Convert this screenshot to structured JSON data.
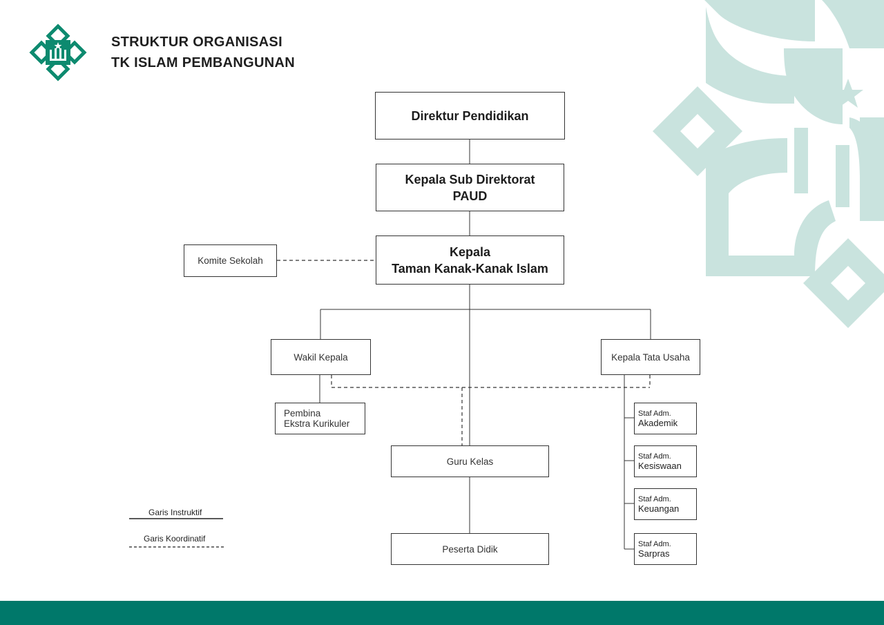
{
  "header": {
    "title_line1": "STRUKTUR ORGANISASI",
    "title_line2": "TK ISLAM PEMBANGUNAN"
  },
  "colors": {
    "brand": "#0d8a6f",
    "pattern": "#c9e3de",
    "band": "#00786a"
  },
  "boxes": {
    "direktur": "Direktur Pendidikan",
    "kasubdit_line1": "Kepala Sub Direktorat",
    "kasubdit_line2": "PAUD",
    "kepala_line1": "Kepala",
    "kepala_line2": "Taman Kanak-Kanak Islam",
    "komite": "Komite Sekolah",
    "wakil": "Wakil Kepala",
    "tata_usaha": "Kepala Tata Usaha",
    "pembina_line1": "Pembina",
    "pembina_line2": "Ekstra Kurikuler",
    "guru": "Guru Kelas",
    "peserta": "Peserta Didik",
    "staff": [
      {
        "line1": "Staf Adm.",
        "line2": "Akademik"
      },
      {
        "line1": "Staf Adm.",
        "line2": "Kesiswaan"
      },
      {
        "line1": "Staf Adm.",
        "line2": "Keuangan"
      },
      {
        "line1": "Staf Adm.",
        "line2": "Sarpras"
      }
    ]
  },
  "legend": {
    "instruktif": "Garis Instruktif",
    "koordinatif": "Garis Koordinatif"
  }
}
